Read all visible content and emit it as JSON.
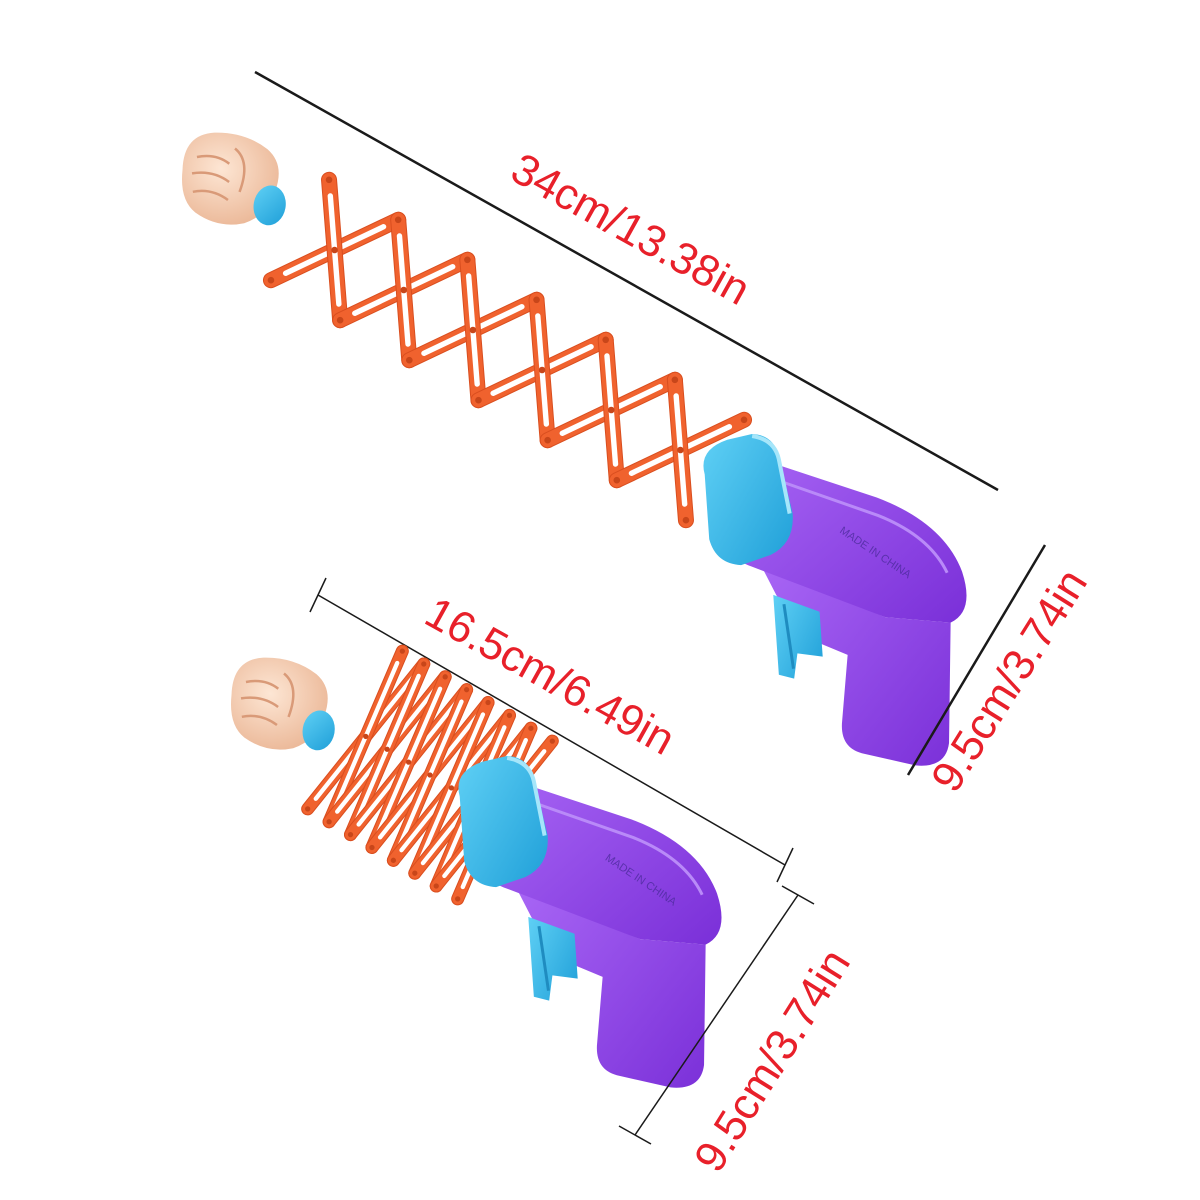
{
  "colors": {
    "dimension_text": "#e8202a",
    "dimension_line": "#1a1a1a",
    "scissor_arm": "#f0622e",
    "gun_body": "#8e44e8",
    "gun_accent": "#35b4e8",
    "fist_skin": "#f7d3b8"
  },
  "extended_toy": {
    "length_label": "34cm/13.38in",
    "height_label": "9.5cm/3.74in",
    "emboss_text": "MADE IN CHINA"
  },
  "compressed_toy": {
    "length_label": "16.5cm/6.49in",
    "height_label": "9.5cm/3.74in",
    "emboss_text": "MADE IN CHINA"
  },
  "icons": {
    "fist": "fist-icon",
    "gun": "toy-gun-icon"
  }
}
